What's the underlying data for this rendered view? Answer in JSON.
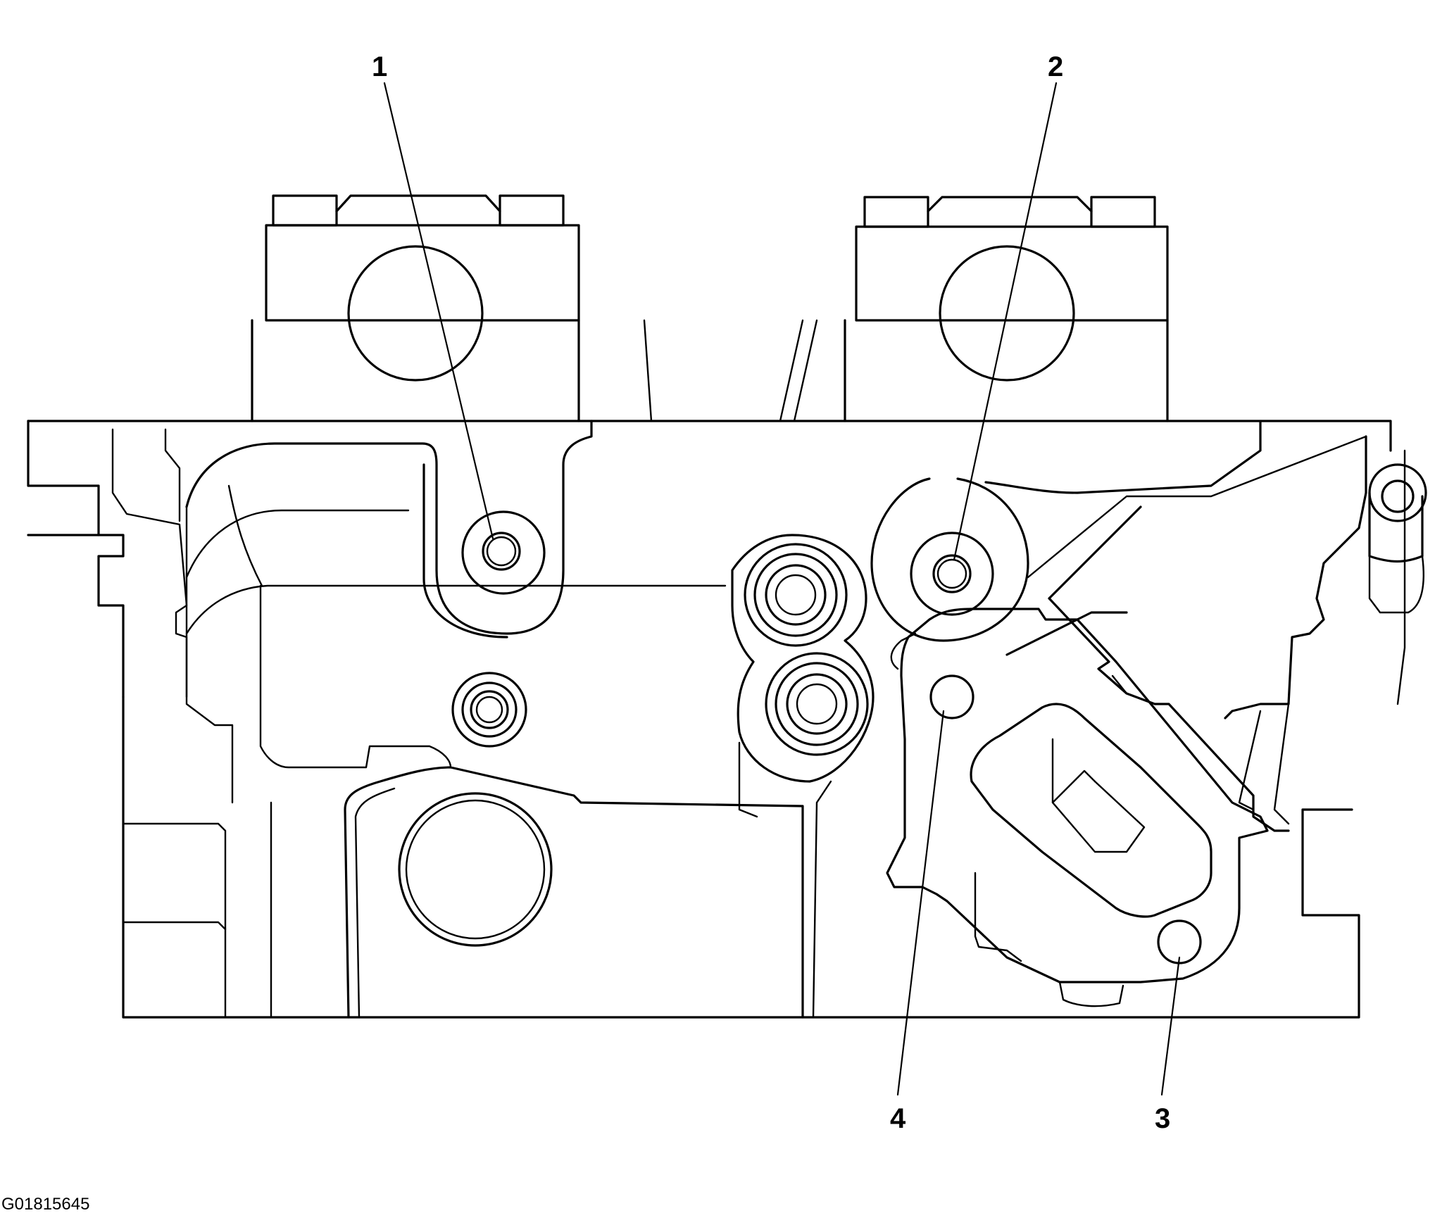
{
  "figure_id": "G01815645",
  "callouts": [
    {
      "number": "1"
    },
    {
      "number": "2"
    },
    {
      "number": "3"
    },
    {
      "number": "4"
    }
  ],
  "colors": {
    "line": "#000000",
    "background": "#ffffff"
  }
}
